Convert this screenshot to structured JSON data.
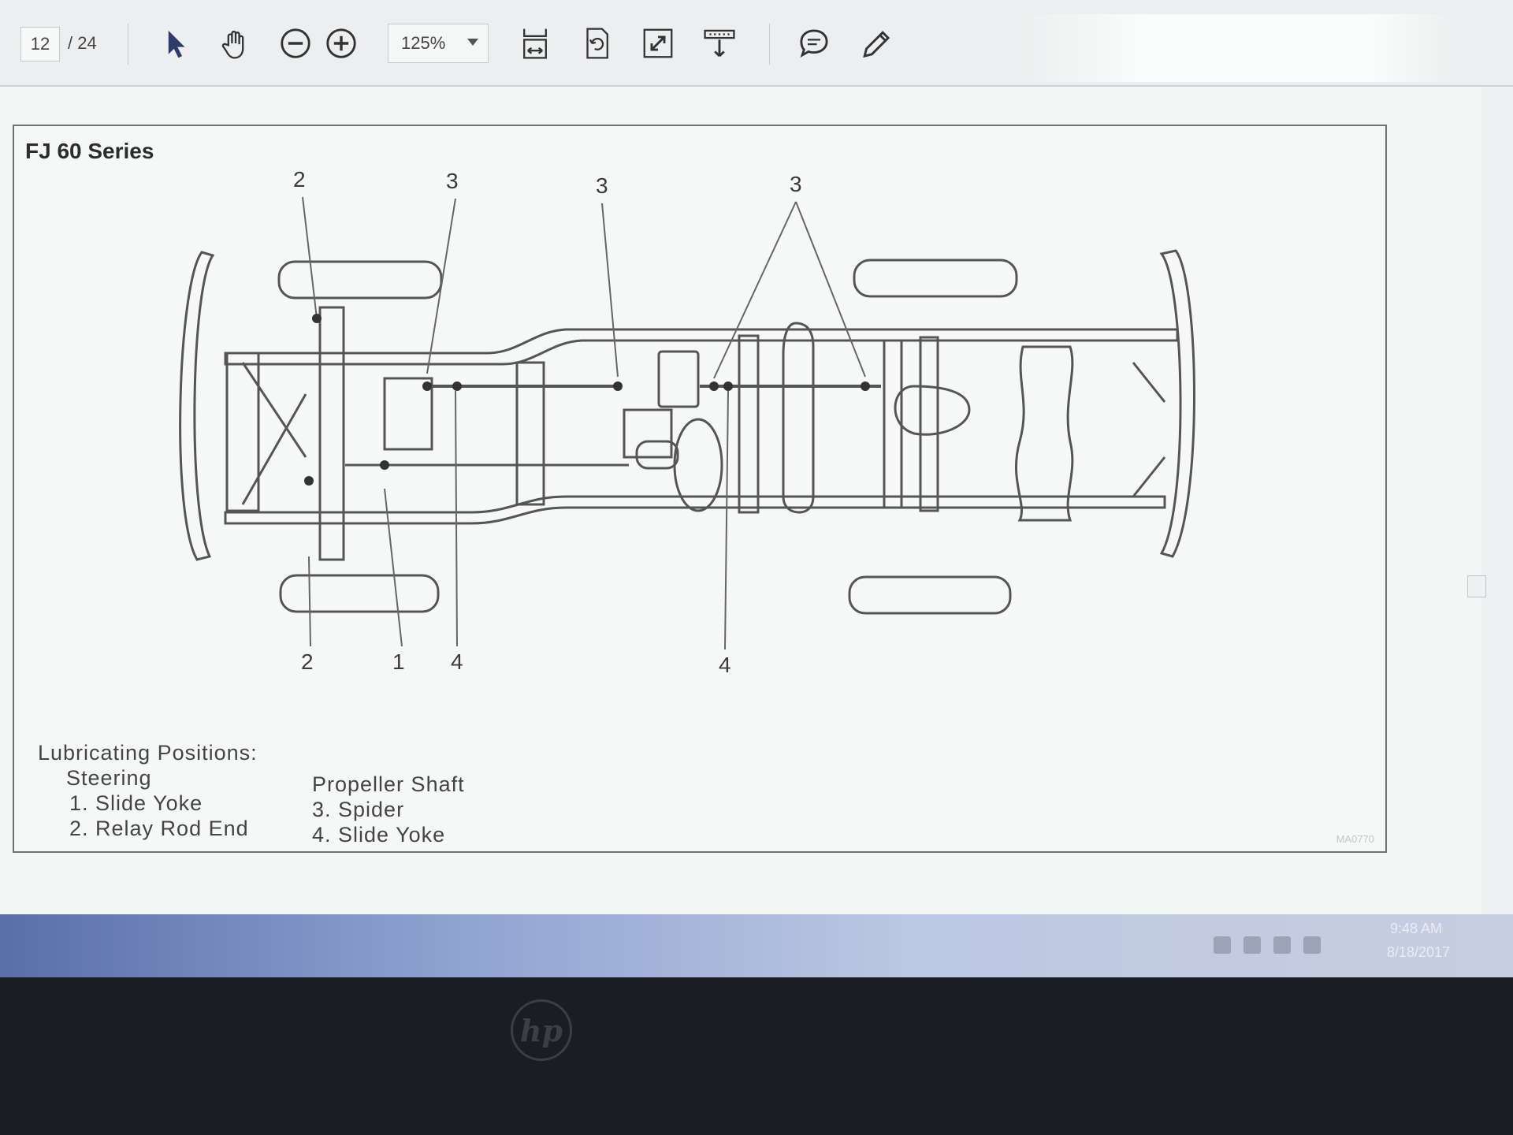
{
  "toolbar": {
    "current_page": "12",
    "total_pages": "/ 24",
    "zoom": "125%",
    "icons": [
      "select-cursor-icon",
      "hand-pan-icon",
      "zoom-out-icon",
      "zoom-in-icon",
      "fit-width-icon",
      "rotate-page-icon",
      "fullscreen-icon",
      "scroll-mode-icon",
      "comment-icon",
      "pen-icon"
    ]
  },
  "figure": {
    "title": "FJ 60 Series",
    "callouts_top": [
      "2",
      "3",
      "3",
      "3"
    ],
    "callouts_bottom": [
      "2",
      "1",
      "4",
      "4"
    ],
    "legend": {
      "heading": "Lubricating Positions:",
      "steering": {
        "label": "Steering",
        "items": [
          "1.  Slide Yoke",
          "2.  Relay Rod End"
        ]
      },
      "propeller": {
        "label": "Propeller Shaft",
        "items": [
          "3.  Spider",
          "4.  Slide Yoke"
        ]
      }
    },
    "catalog_id": "MA0770"
  },
  "taskbar": {
    "time": "9:48 AM",
    "date": "8/18/2017"
  },
  "bezel": {
    "logo": "hp"
  }
}
